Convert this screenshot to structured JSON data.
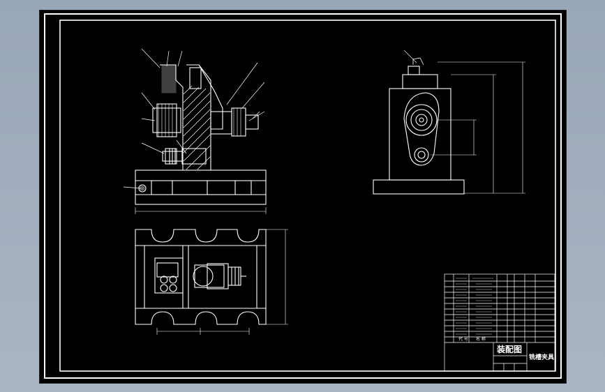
{
  "drawing": {
    "background": "#000000",
    "line_color": "#ffffff",
    "accent_color": "#ffff00",
    "title_block": {
      "title_main": "装配图",
      "title_product": "铣槽夹具",
      "row_header_code": "代 号",
      "row_header_name": "名 称"
    }
  }
}
